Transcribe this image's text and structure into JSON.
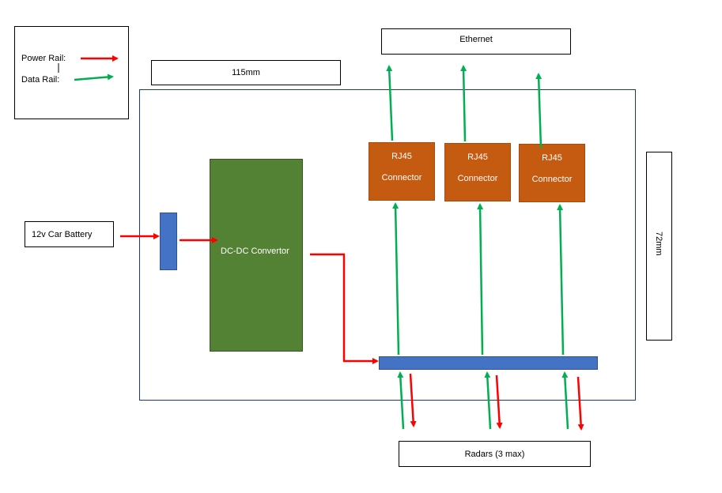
{
  "legend": {
    "power_label": "Power Rail:",
    "data_label": "Data Rail:"
  },
  "width_label": "115mm",
  "height_label": "72mm",
  "ethernet_label": "Ethernet",
  "battery_label": "12v Car Battery",
  "dcdc_label": "DC-DC Convertor",
  "rj45": [
    {
      "line1": "RJ45",
      "line2": "Connector"
    },
    {
      "line1": "RJ45",
      "line2": "Connector"
    },
    {
      "line1": "RJ45",
      "line2": "Connector"
    }
  ],
  "radars_label": "Radars (3 max)",
  "colors": {
    "power": "#ff0000",
    "data": "#00b050",
    "dcdc": "#548235",
    "rj45": "#c55a11",
    "bus": "#4472c4",
    "enclosure": "#1f3864"
  }
}
